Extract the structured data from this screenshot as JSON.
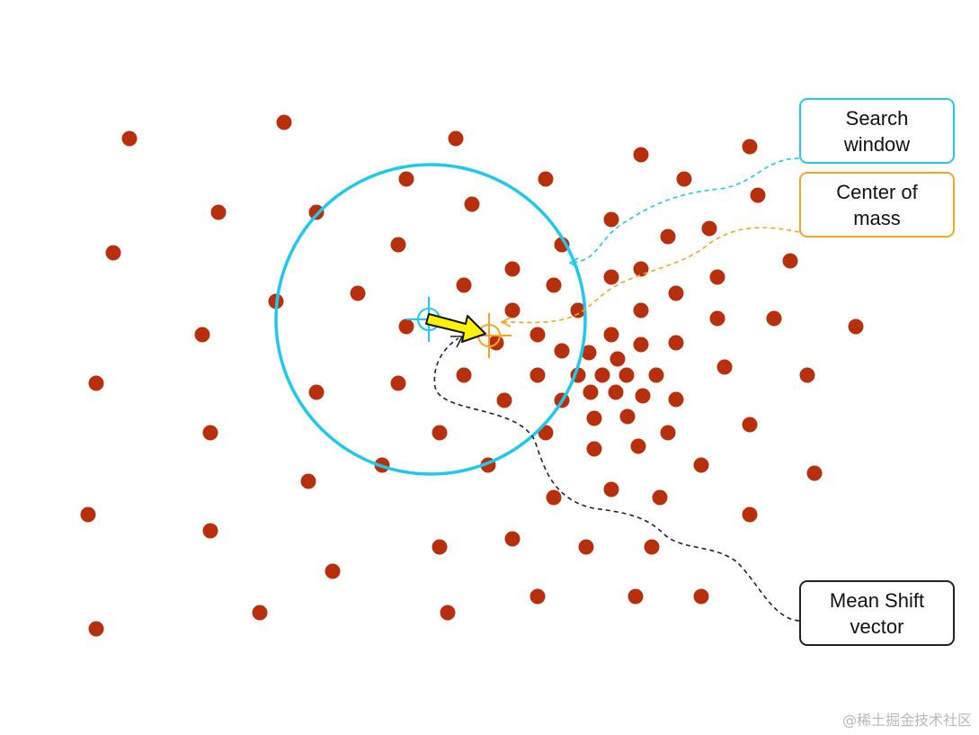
{
  "callouts": {
    "search_window": "Search\nwindow",
    "center_of_mass": "Center of\nmass",
    "mean_shift_vector": "Mean Shift\nvector"
  },
  "watermark": "@稀土掘金技术社区",
  "colors": {
    "points": "#b8300b",
    "search_window": "#1ec8ee",
    "center_of_mass": "#f4a623",
    "vector_fill": "#fff200",
    "vector_stroke": "#111111"
  },
  "icons": [
    "search-window-center-crosshair-icon",
    "center-of-mass-crosshair-icon",
    "mean-shift-arrow-icon"
  ]
}
